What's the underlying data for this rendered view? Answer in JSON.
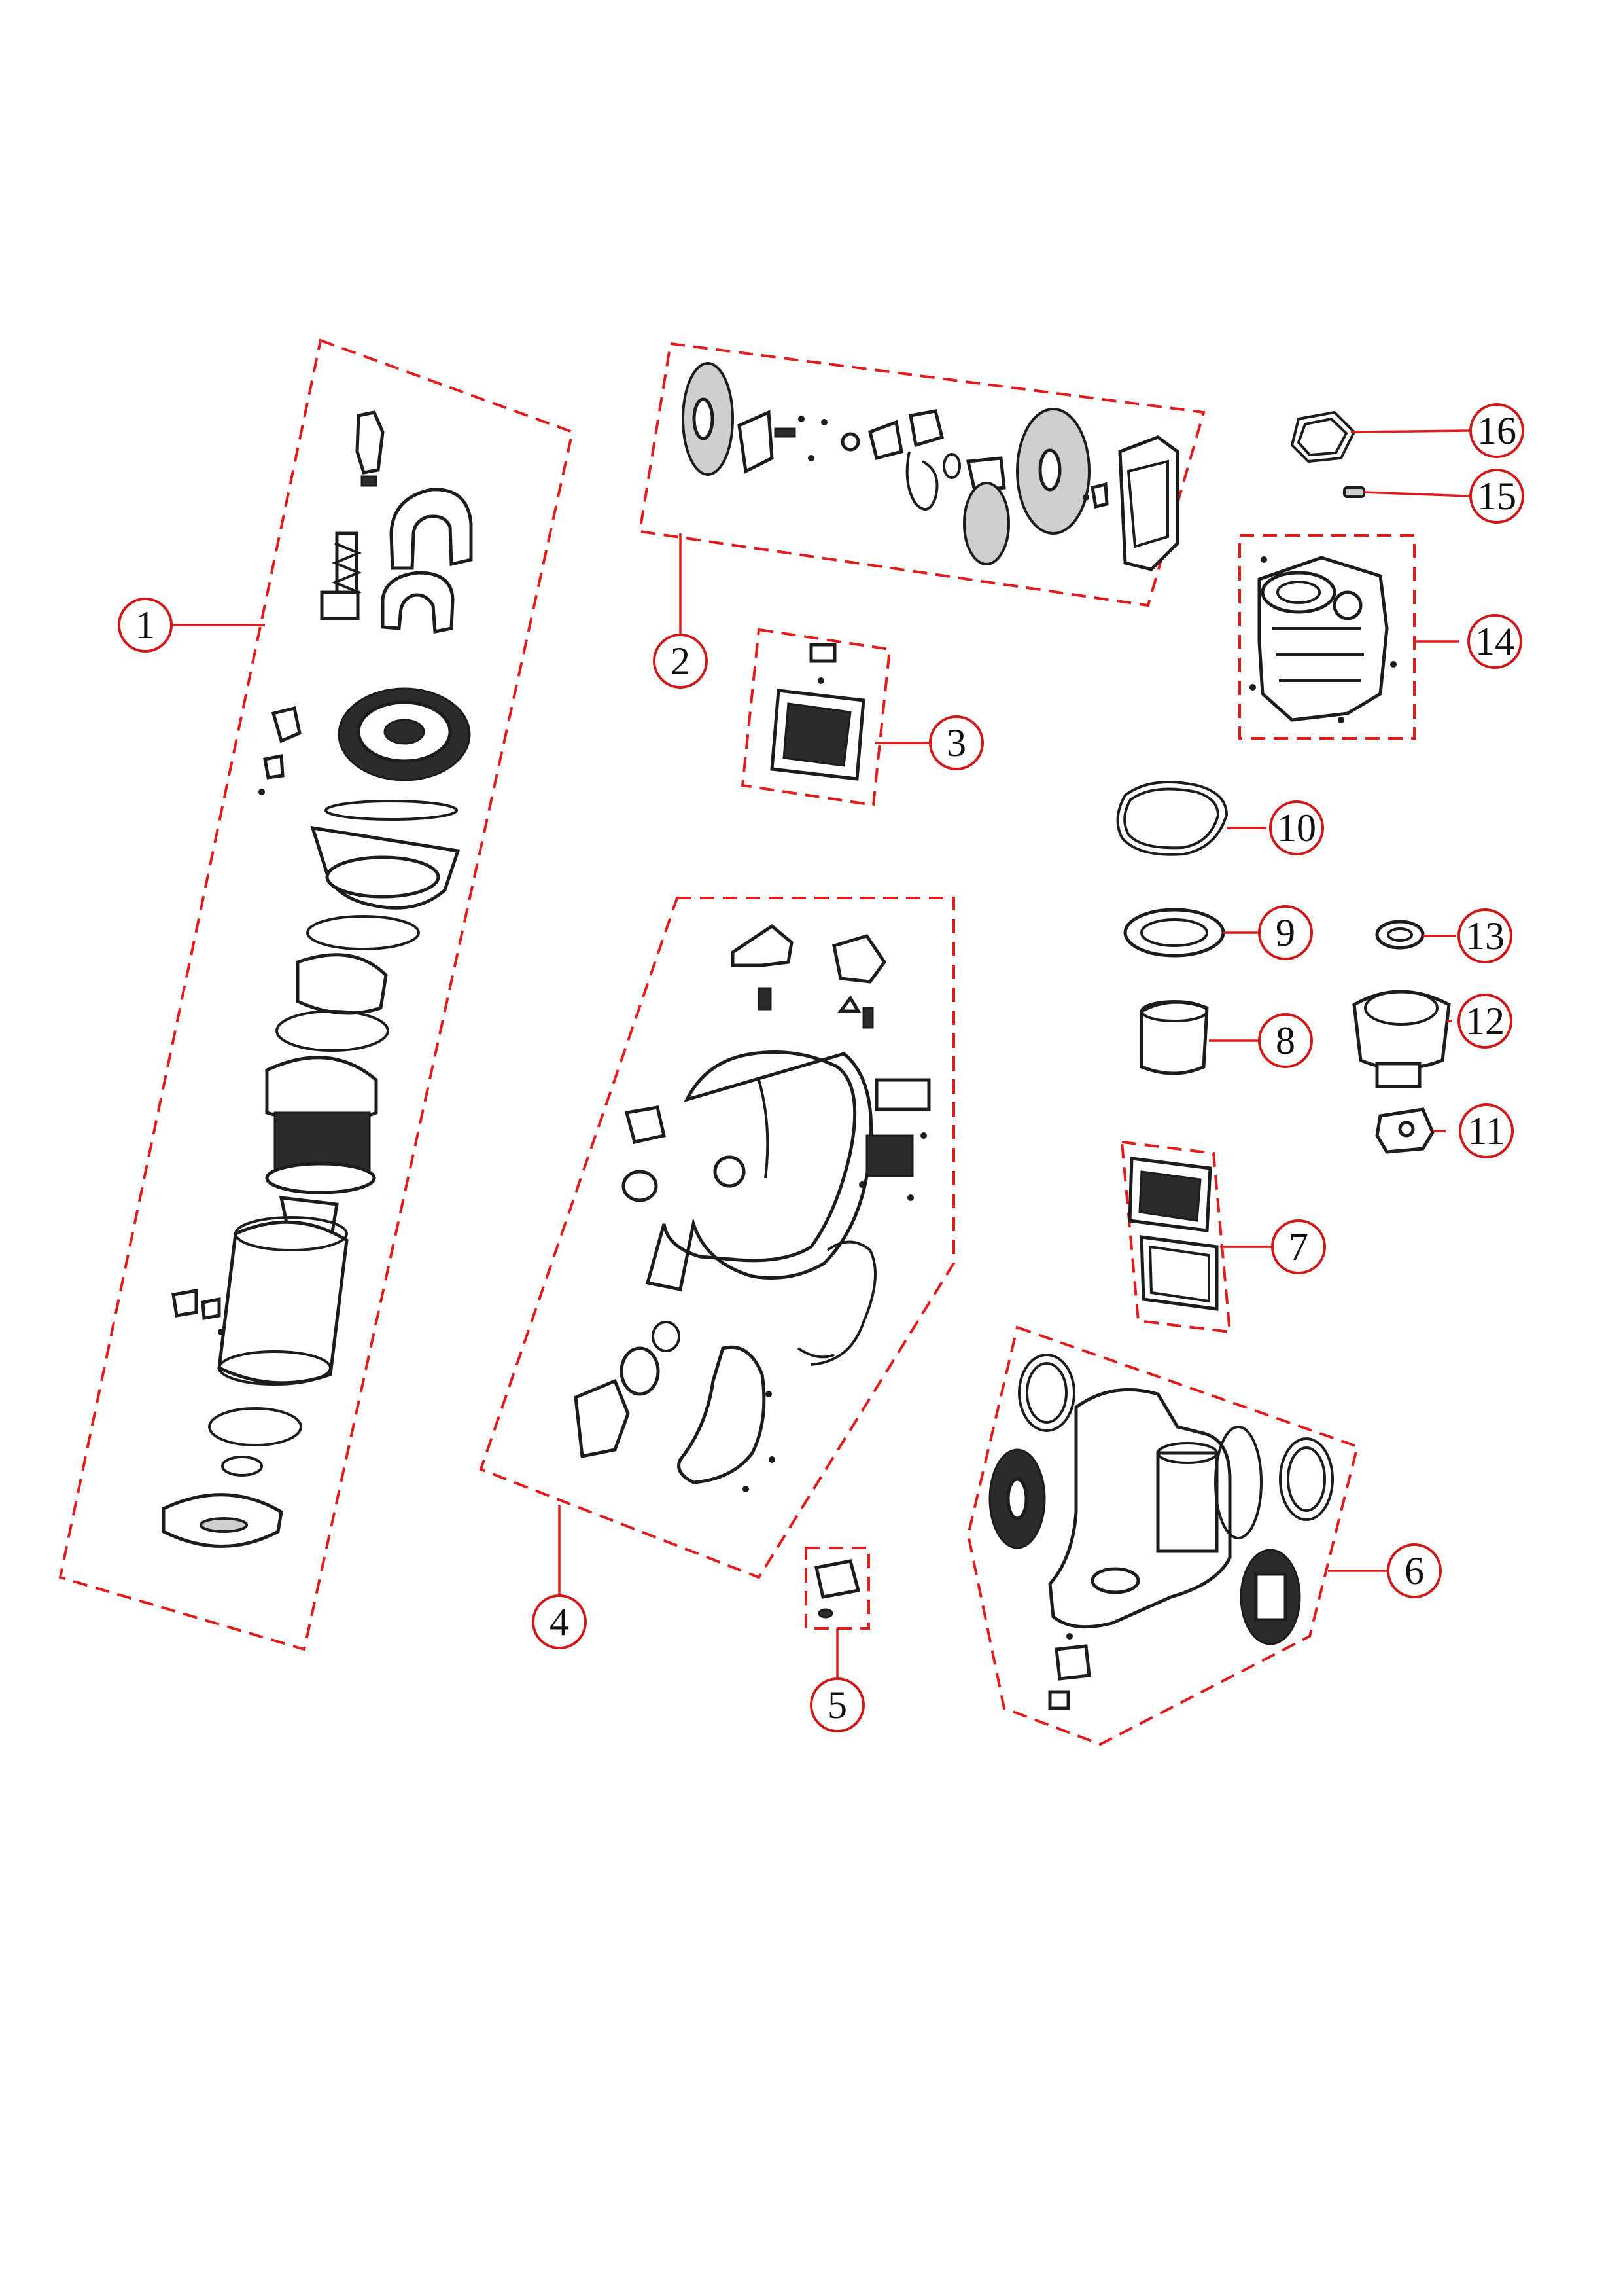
{
  "callouts": [
    {
      "id": "1",
      "label": "1"
    },
    {
      "id": "2",
      "label": "2"
    },
    {
      "id": "3",
      "label": "3"
    },
    {
      "id": "4",
      "label": "4"
    },
    {
      "id": "5",
      "label": "5"
    },
    {
      "id": "6",
      "label": "6"
    },
    {
      "id": "7",
      "label": "7"
    },
    {
      "id": "8",
      "label": "8"
    },
    {
      "id": "9",
      "label": "9"
    },
    {
      "id": "10",
      "label": "10"
    },
    {
      "id": "11",
      "label": "11"
    },
    {
      "id": "12",
      "label": "12"
    },
    {
      "id": "13",
      "label": "13"
    },
    {
      "id": "14",
      "label": "14"
    },
    {
      "id": "15",
      "label": "15"
    },
    {
      "id": "16",
      "label": "16"
    }
  ],
  "colors": {
    "group_outline": "#e01b1b",
    "callout_ring": "#d01818",
    "part_line": "#1c1c1c",
    "background": "#ffffff"
  }
}
